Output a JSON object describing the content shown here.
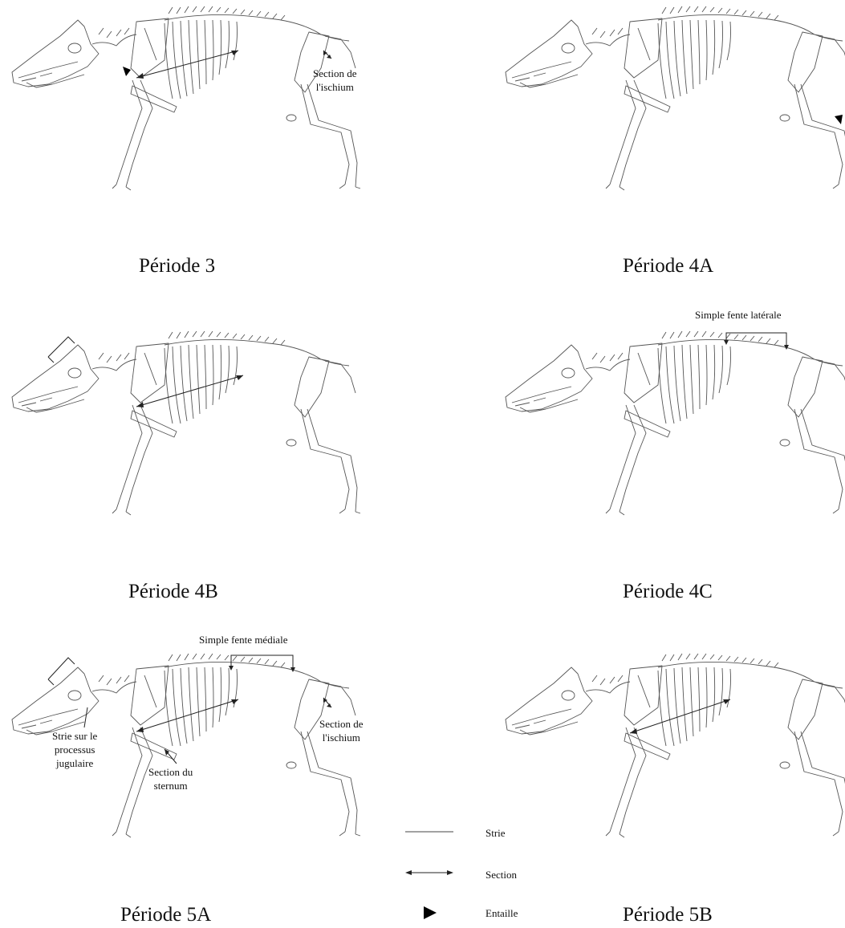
{
  "panels": [
    {
      "title": "Période 3",
      "annotations": [
        "Section de",
        "l'ischium"
      ]
    },
    {
      "title": "Période 4A"
    },
    {
      "title": "Période 4B"
    },
    {
      "title": "Période 4C",
      "annotations": [
        "Simple fente latérale"
      ]
    },
    {
      "title": "Période 5A",
      "annotations": [
        "Simple fente médiale",
        "Section de",
        "l'ischium",
        "Strie sur le",
        "processus",
        "jugulaire",
        "Section du",
        "sternum"
      ]
    },
    {
      "title": "Période 5B"
    }
  ],
  "legend": {
    "strie": "Strie",
    "section": "Section",
    "entaille": "Entaille"
  }
}
